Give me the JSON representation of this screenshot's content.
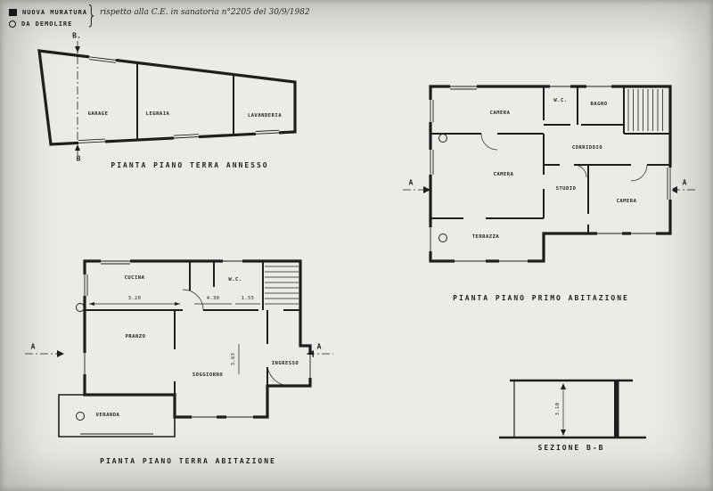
{
  "legend": {
    "new_masonry": "NUOVA MURATURA",
    "to_demolish": "DA DEMOLIRE",
    "brace": "}",
    "note": "rispetto alla C.E. in sanatoria n°2205 del 30/9/1982"
  },
  "annesso": {
    "title": "PIANTA PIANO TERRA ANNESSO",
    "marker_top": "B.",
    "marker_bottom": "B",
    "rooms": {
      "garage": "GARAGE",
      "legnaia": "LEGNAIA",
      "lavanderia": "LAVANDERIA"
    }
  },
  "terra": {
    "title": "PIANTA PIANO TERRA ABITAZIONE",
    "marker_left": "A",
    "marker_right": "A",
    "rooms": {
      "cucina": "CUCINA",
      "wc": "W.C.",
      "pranzo": "PRANZO",
      "soggiorno": "SOGGIORNO",
      "ingresso": "INGRESSO",
      "veranda": "VERANDA"
    },
    "dims": {
      "d1": "3.20",
      "d2": "4.30",
      "d3": "1.55",
      "d4": "3.63"
    }
  },
  "primo": {
    "title": "PIANTA PIANO PRIMO ABITAZIONE",
    "marker_left": "A",
    "marker_right": "A",
    "rooms": {
      "camera1": "CAMERA",
      "wc": "W.C.",
      "bagno": "BAGNO",
      "corridoio": "CORRIDOIO",
      "camera2": "CAMERA",
      "studio": "STUDIO",
      "camera3": "CAMERA",
      "terrazza": "TERRAZZA"
    }
  },
  "sezione": {
    "title": "SEZIONE B-B",
    "dim": "3.10"
  }
}
